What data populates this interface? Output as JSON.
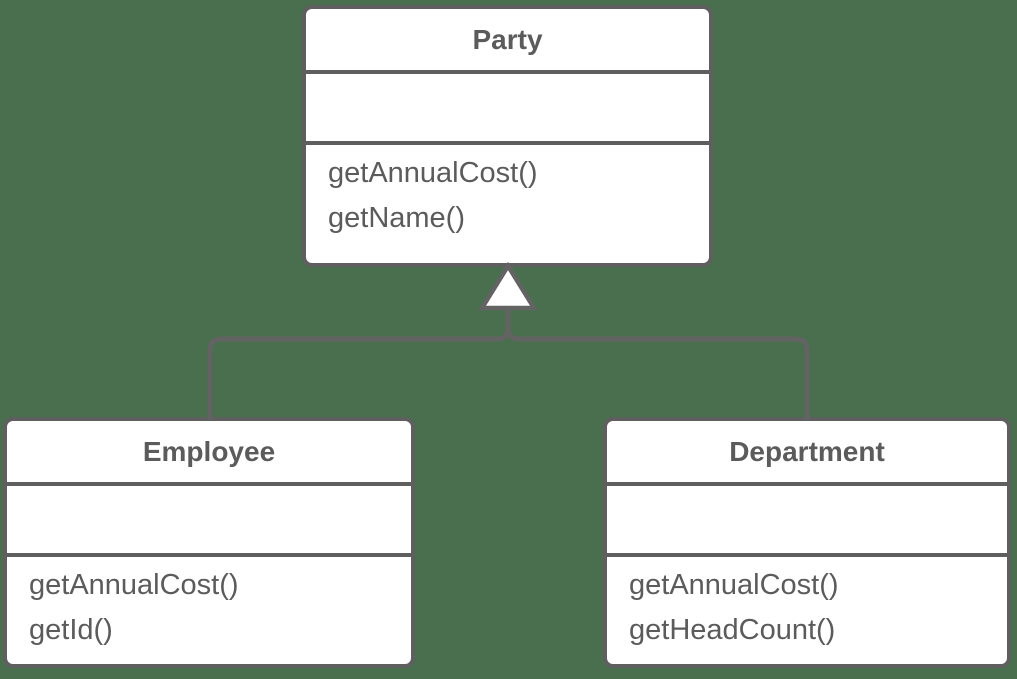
{
  "diagram": {
    "type": "uml-class-diagram",
    "colors": {
      "bg-color": "#496F4F",
      "stroke-color": "#5F5F5F",
      "edge-color": "#636363",
      "text-color": "#5B5B5B",
      "fill-color": "#FFFFFF"
    },
    "classes": [
      {
        "name": "Party",
        "attributes": [],
        "methods": [
          "getAnnualCost()",
          "getName()"
        ]
      },
      {
        "name": "Employee",
        "attributes": [],
        "methods": [
          "getAnnualCost()",
          "getId()"
        ]
      },
      {
        "name": "Department",
        "attributes": [],
        "methods": [
          "getAnnualCost()",
          "getHeadCount()"
        ]
      }
    ],
    "relations": [
      {
        "type": "generalization",
        "from": "Employee",
        "to": "Party"
      },
      {
        "type": "generalization",
        "from": "Department",
        "to": "Party"
      }
    ]
  }
}
